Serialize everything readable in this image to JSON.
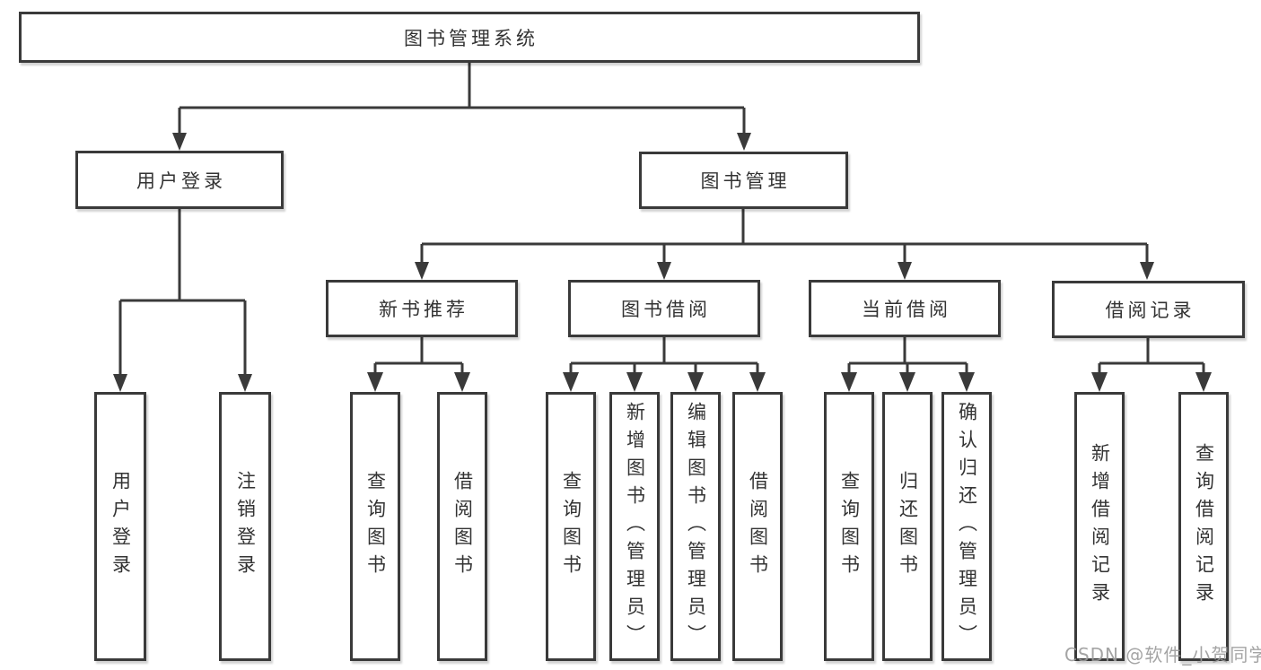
{
  "diagram_type": "hierarchy-tree",
  "colors": {
    "line": "#3a3a3a",
    "box_border": "#3a3a3a",
    "box_background": "#ffffff",
    "text": "#333333",
    "watermark": "#9b9b9b",
    "canvas_background": "#ffffff"
  },
  "tree": {
    "label": "图书管理系统",
    "children": [
      {
        "label": "用户登录",
        "children": [
          {
            "label": "用户登录"
          },
          {
            "label": "注销登录"
          }
        ]
      },
      {
        "label": "图书管理",
        "children": [
          {
            "label": "新书推荐",
            "children": [
              {
                "label": "查询图书"
              },
              {
                "label": "借阅图书"
              }
            ]
          },
          {
            "label": "图书借阅",
            "children": [
              {
                "label": "查询图书"
              },
              {
                "label": "新增图书（管理员）"
              },
              {
                "label": "编辑图书（管理员）"
              },
              {
                "label": "借阅图书"
              }
            ]
          },
          {
            "label": "当前借阅",
            "children": [
              {
                "label": "查询图书"
              },
              {
                "label": "归还图书"
              },
              {
                "label": "确认归还（管理员）"
              }
            ]
          },
          {
            "label": "借阅记录",
            "children": [
              {
                "label": "新增借阅记录"
              },
              {
                "label": "查询借阅记录"
              }
            ]
          }
        ]
      }
    ]
  },
  "watermark": {
    "text": "CSDN @软件_小贺同学"
  }
}
